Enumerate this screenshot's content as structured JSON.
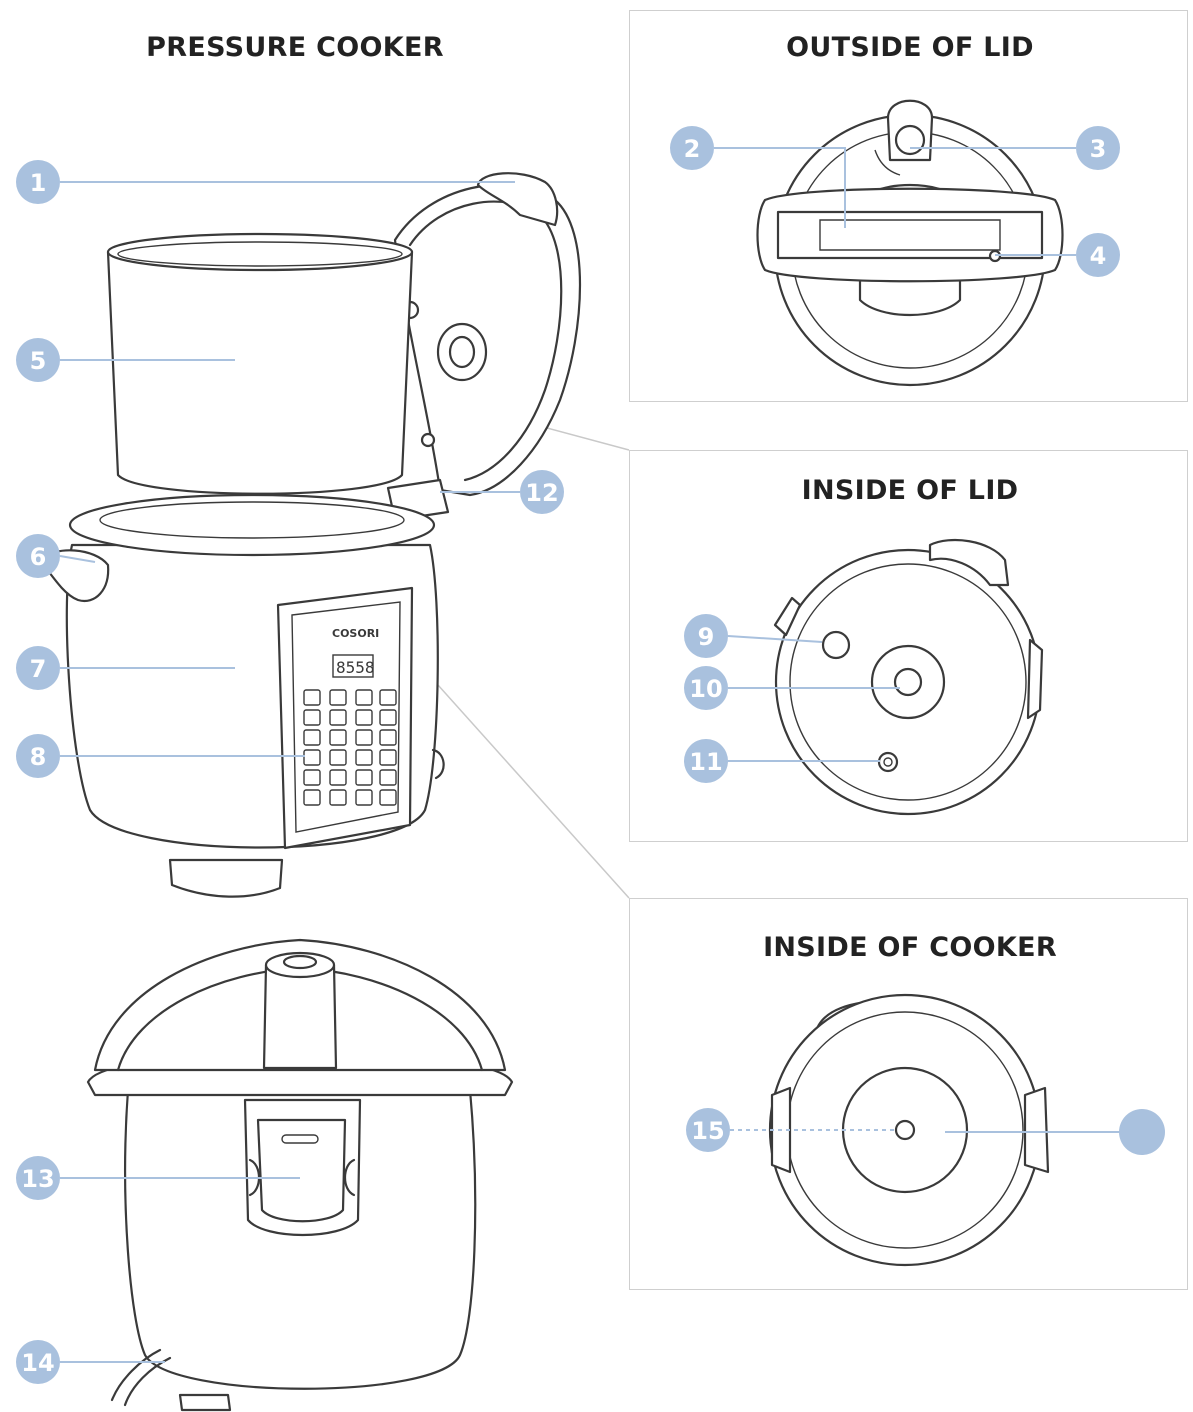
{
  "headings": {
    "pressure_cooker": "PRESSURE COOKER",
    "outside_of_lid": "OUTSIDE OF LID",
    "inside_of_lid": "INSIDE OF LID",
    "inside_of_cooker": "INSIDE OF COOKER"
  },
  "brand": "COSORI",
  "display_digits": "8558",
  "callouts": {
    "c1": "1",
    "c2": "2",
    "c3": "3",
    "c4": "4",
    "c5": "5",
    "c6": "6",
    "c7": "7",
    "c8": "8",
    "c9": "9",
    "c10": "10",
    "c11": "11",
    "c12": "12",
    "c13": "13",
    "c14": "14",
    "c15": "15",
    "c16": ""
  },
  "colors": {
    "callout": "#a9c1de",
    "line_art": "#3a3a3a",
    "panel_border": "#cfcfcf"
  }
}
